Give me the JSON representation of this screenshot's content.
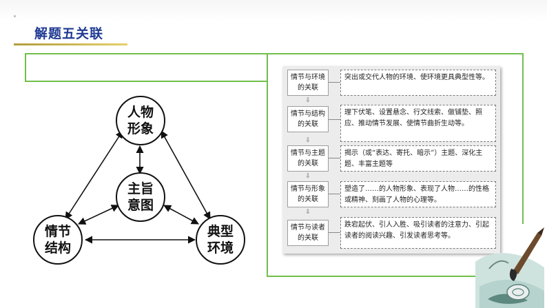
{
  "header": {
    "title": "解题五关联"
  },
  "diagram": {
    "nodes": [
      {
        "id": "character",
        "label": "人物形象"
      },
      {
        "id": "theme",
        "label": "主旨意图"
      },
      {
        "id": "plot",
        "label": "情节结构"
      },
      {
        "id": "environment",
        "label": "典型环境"
      }
    ]
  },
  "relations": [
    {
      "label": "情节与环境的关联",
      "desc": "突出或交代人物的环境、使环境更具典型性等。"
    },
    {
      "label": "情节与结构的关联",
      "desc": "理下伏笔、设置悬念、行文线索、做铺垫、照应、推动情节发展、使情节曲折生动等。"
    },
    {
      "label": "情节与主题的关联",
      "desc": "揭示（或“表达、寄托、暗示”）主题、深化主题、丰富主题等"
    },
    {
      "label": "情节与形象的关联",
      "desc": "塑造了……的人物形象、表现了人物……的性格或精神、刻画了人物的心理等。"
    },
    {
      "label": "情节与读者的关联",
      "desc": "跌宕起伏、引人入胜、吸引读者的注意力、引起读者的阅读兴趣、引发读者思考等。"
    }
  ],
  "colors": {
    "title": "#1f3a93",
    "frame_green": "#6fbf4a",
    "title_rule": "#c8b04a",
    "panel_bg": "#ececec"
  }
}
